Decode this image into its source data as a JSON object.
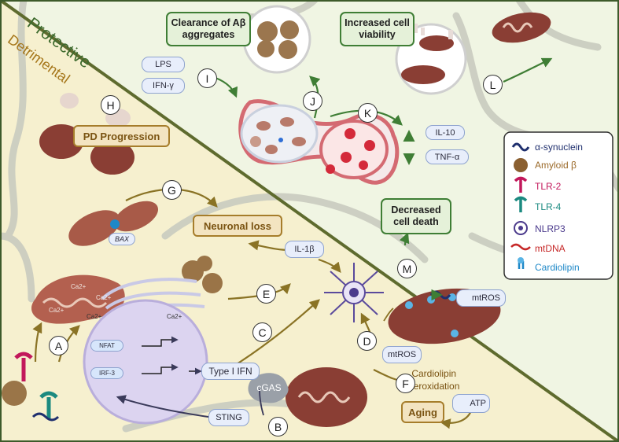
{
  "regions": {
    "protective": "Protective",
    "detrimental": "Detrimental"
  },
  "steps": [
    "A",
    "B",
    "C",
    "D",
    "E",
    "F",
    "G",
    "H",
    "I",
    "J",
    "K",
    "L",
    "M"
  ],
  "boxes": {
    "clearance": "Clearance of Aβ aggregates",
    "viability": "Increased cell viability",
    "decreased_death": "Decreased cell death",
    "neuronal_loss": "Neuronal loss",
    "pd_progression": "PD Progression",
    "aging": "Aging"
  },
  "pills": {
    "lps": "LPS",
    "ifn_gamma": "IFN-γ",
    "il10": "IL-10",
    "tnf_alpha": "TNF-α",
    "il1b": "IL-1β",
    "mtros_top": "mtROS",
    "mtros_bottom": "mtROS",
    "sting": "STING",
    "type1_ifn": "Type I IFN",
    "atp": "ATP",
    "nfat": "NFAT",
    "irf3": "IRF-3",
    "bax": "BAX",
    "cgas": "cGAS"
  },
  "labels": {
    "cardiolipin_peroxidation": "Cardiolipin\nperoxidation",
    "ca": [
      "Ca2+",
      "Ca2+",
      "Ca2+",
      "Ca2+",
      "Ca2+"
    ]
  },
  "legend": [
    {
      "icon": "alpha-synuclein-icon",
      "label": "α-synuclein",
      "color": "#1f2f6e"
    },
    {
      "icon": "amyloid-beta-icon",
      "label": "Amyloid β",
      "color": "#9b6a2a"
    },
    {
      "icon": "tlr2-icon",
      "label": "TLR-2",
      "color": "#c2185b"
    },
    {
      "icon": "tlr4-icon",
      "label": "TLR-4",
      "color": "#1b8a80"
    },
    {
      "icon": "nlrp3-icon",
      "label": "NLRP3",
      "color": "#4b3a8c"
    },
    {
      "icon": "mtdna-icon",
      "label": "mtDNA",
      "color": "#c62828"
    },
    {
      "icon": "cardiolipin-icon",
      "label": "Cardiolipin",
      "color": "#1e88c8"
    }
  ],
  "colors": {
    "protective_bg": "#f0f5e3",
    "detrimental_bg": "#f6f0cf",
    "green": "#3f7e35",
    "olive": "#8a7325"
  }
}
